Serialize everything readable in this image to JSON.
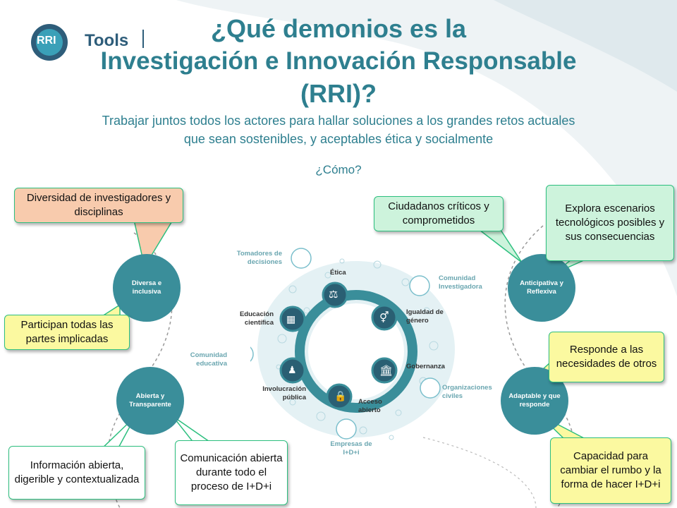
{
  "title": {
    "line1": "¿Qué demonios es la",
    "line2": "Investigación e Innovación Responsable",
    "line3": "(RRI)?"
  },
  "subtitle": {
    "line1": "Trabajar juntos todos los actores para hallar soluciones a los grandes retos actuales",
    "line2": "que sean sostenibles, y aceptables ética y socialmente"
  },
  "como": "¿Cómo?",
  "logo": {
    "text": "RRI Tools",
    "badge": "RRI",
    "word": "Tools"
  },
  "circles": {
    "diversa": "Diversa e inclusiva",
    "abierta": "Abierta y Transparente",
    "anticipativa": "Anticipativa y Reflexiva",
    "adaptable": "Adaptable y que responde"
  },
  "callouts": {
    "diversidad": "Diversidad de investigadores y disciplinas",
    "participan": "Participan todas las partes implicadas",
    "informacion": "Información abierta, digerible y contextualizada",
    "comunicacion": "Comunicación abierta durante todo el proceso de I+D+i",
    "ciudadanos": "Ciudadanos críticos y comprometidos",
    "explora": "Explora escenarios tecnológicos posibles y sus consecuencias",
    "responde": "Responde a las necesidades de otros",
    "capacidad": "Capacidad para cambiar el rumbo y la forma de hacer I+D+i"
  },
  "diagram": {
    "inner": {
      "etica": "Ética",
      "igualdad": "Igualdad de género",
      "gobernanza": "Gobernanza",
      "acceso": "Acceso abierto",
      "involucracion": "Involucración pública",
      "educacion": "Educación científica"
    },
    "outer": {
      "tomadores": "Tomadores de decisiones",
      "comunidad_inv": "Comunidad Investigadora",
      "organizaciones": "Organizaciones civiles",
      "empresas": "Empresas de I+D+i",
      "comunidad_edu": "Comunidad educativa"
    }
  },
  "colors": {
    "teal": "#3a8e9a",
    "title": "#2e7f8f",
    "callout_border": "#2dbf7f"
  }
}
